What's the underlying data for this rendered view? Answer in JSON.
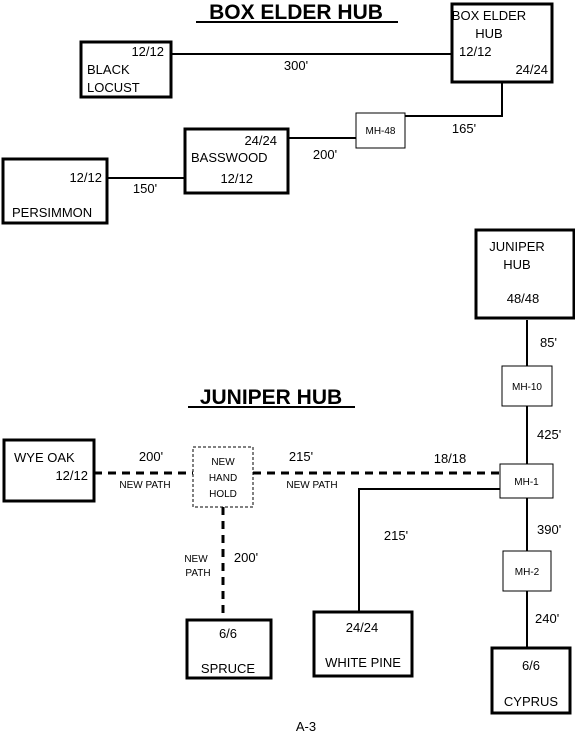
{
  "headings": {
    "box_elder": "BOX ELDER HUB",
    "juniper": "JUNIPER HUB"
  },
  "nodes": {
    "box_elder_hub": {
      "line1": "BOX ELDER",
      "line2": "HUB",
      "count_a": "12/12",
      "count_b": "24/24"
    },
    "black_locust": {
      "count": "12/12",
      "line1": "BLACK",
      "line2": "LOCUST"
    },
    "mh48": {
      "label": "MH-48"
    },
    "basswood": {
      "count_a": "24/24",
      "name": "BASSWOOD",
      "count_b": "12/12"
    },
    "persimmon": {
      "count": "12/12",
      "name": "PERSIMMON"
    },
    "juniper_hub": {
      "line1": "JUNIPER",
      "line2": "HUB",
      "count": "48/48"
    },
    "mh10": {
      "label": "MH-10"
    },
    "mh1": {
      "label": "MH-1"
    },
    "mh2": {
      "label": "MH-2"
    },
    "wye_oak": {
      "name": "WYE OAK",
      "count": "12/12"
    },
    "new_hand_hold": {
      "line1": "NEW",
      "line2": "HAND",
      "line3": "HOLD"
    },
    "spruce": {
      "count": "6/6",
      "name": "SPRUCE"
    },
    "white_pine": {
      "count": "24/24",
      "name": "WHITE PINE"
    },
    "cyprus": {
      "count": "6/6",
      "name": "CYPRUS"
    }
  },
  "links": {
    "black_locust_box_elder": "300'",
    "box_elder_mh48": "165'",
    "mh48_basswood": "200'",
    "basswood_persimmon": "150'",
    "juniper_mh10": "85'",
    "mh10_mh1": "425'",
    "mh1_mh2": "390'",
    "mh2_cyprus": "240'",
    "mh1_white_pine": "215'",
    "wye_oak_hand_hold": "200'",
    "hand_hold_mh1": "215'",
    "hand_hold_mh1_count": "18/18",
    "hand_hold_spruce": "200'",
    "new_path": "NEW PATH",
    "new_path_v1": "NEW",
    "new_path_v2": "PATH"
  },
  "footer": {
    "page": "A-3"
  }
}
